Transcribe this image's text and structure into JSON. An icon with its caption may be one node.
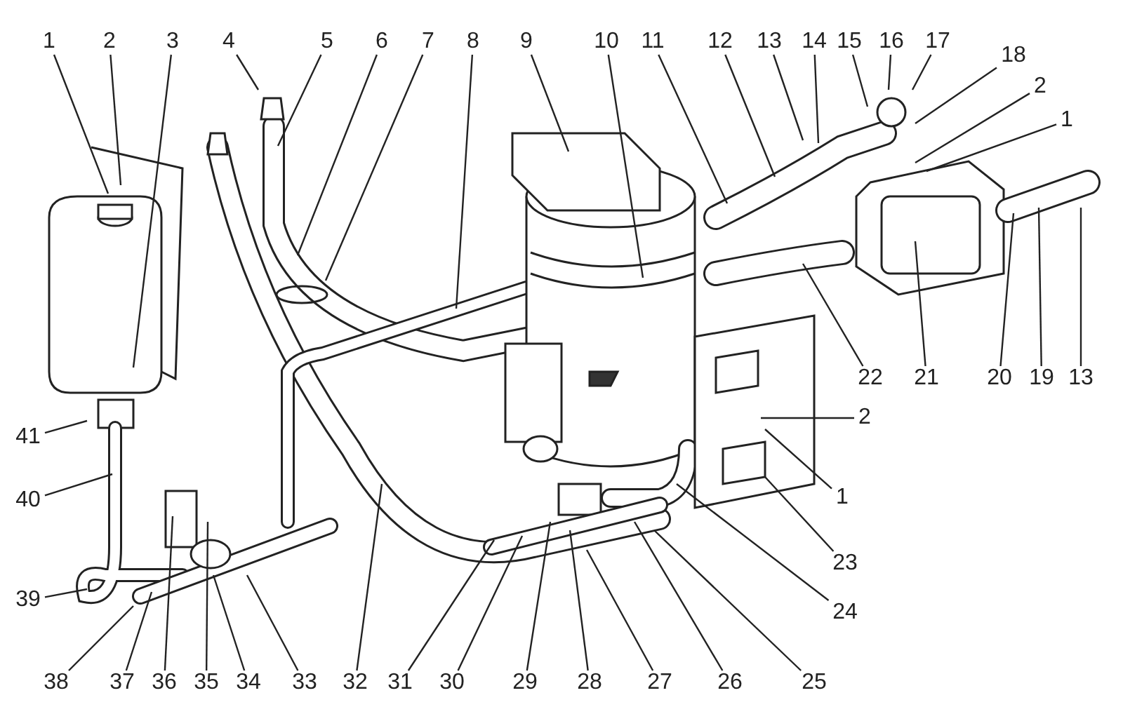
{
  "diagram": {
    "nodes": [
      {
        "text": [
          "1"
        ]
      },
      {
        "text": [
          "2"
        ]
      },
      {
        "text": [
          "3"
        ]
      },
      {
        "text": [
          "4"
        ]
      },
      {
        "text": [
          "5"
        ]
      },
      {
        "text": [
          "6"
        ]
      },
      {
        "text": [
          "7"
        ]
      },
      {
        "text": [
          "8"
        ]
      },
      {
        "text": [
          "9"
        ]
      },
      {
        "text": [
          "10"
        ]
      },
      {
        "text": [
          "11"
        ]
      },
      {
        "text": [
          "12"
        ]
      },
      {
        "text": [
          "13"
        ]
      },
      {
        "text": [
          "14"
        ]
      },
      {
        "text": [
          "15"
        ]
      },
      {
        "text": [
          "16"
        ]
      },
      {
        "text": [
          "17"
        ]
      },
      {
        "text": [
          "18"
        ]
      },
      {
        "text": [
          "2"
        ]
      },
      {
        "text": [
          "1"
        ]
      },
      {
        "text": [
          "22"
        ]
      },
      {
        "text": [
          "21"
        ]
      },
      {
        "text": [
          "20"
        ]
      },
      {
        "text": [
          "19"
        ]
      },
      {
        "text": [
          "13"
        ]
      },
      {
        "text": [
          "2"
        ]
      },
      {
        "text": [
          "1"
        ]
      },
      {
        "text": [
          "23"
        ]
      },
      {
        "text": [
          "24"
        ]
      },
      {
        "text": [
          "25"
        ]
      },
      {
        "text": [
          "26"
        ]
      },
      {
        "text": [
          "27"
        ]
      },
      {
        "text": [
          "28"
        ]
      },
      {
        "text": [
          "29"
        ]
      },
      {
        "text": [
          "30"
        ]
      },
      {
        "text": [
          "31"
        ]
      },
      {
        "text": [
          "32"
        ]
      },
      {
        "text": [
          "33"
        ]
      },
      {
        "text": [
          "34"
        ]
      },
      {
        "text": [
          "35"
        ]
      },
      {
        "text": [
          "36"
        ]
      },
      {
        "text": [
          "37"
        ]
      },
      {
        "text": [
          "38"
        ]
      },
      {
        "text": [
          "39"
        ]
      },
      {
        "text": [
          "40"
        ]
      },
      {
        "text": [
          "41"
        ]
      }
    ],
    "edges": [
      {
        "from": 0,
        "to": null,
        "arrow": "none"
      },
      {
        "from": 1,
        "to": null,
        "arrow": "none"
      },
      {
        "from": 2,
        "to": null,
        "arrow": "none"
      },
      {
        "from": 3,
        "to": null,
        "arrow": "none"
      },
      {
        "from": 4,
        "to": null,
        "arrow": "none"
      },
      {
        "from": 5,
        "to": null,
        "arrow": "none"
      },
      {
        "from": 6,
        "to": null,
        "arrow": "none"
      },
      {
        "from": 7,
        "to": null,
        "arrow": "none"
      },
      {
        "from": 8,
        "to": null,
        "arrow": "none"
      },
      {
        "from": 9,
        "to": null,
        "arrow": "none"
      },
      {
        "from": 10,
        "to": null,
        "arrow": "none"
      },
      {
        "from": 11,
        "to": null,
        "arrow": "none"
      },
      {
        "from": 12,
        "to": null,
        "arrow": "none"
      },
      {
        "from": 13,
        "to": null,
        "arrow": "none"
      },
      {
        "from": 14,
        "to": null,
        "arrow": "none"
      },
      {
        "from": 15,
        "to": null,
        "arrow": "none"
      },
      {
        "from": 16,
        "to": null,
        "arrow": "none"
      },
      {
        "from": 17,
        "to": null,
        "arrow": "none"
      },
      {
        "from": 18,
        "to": null,
        "arrow": "none"
      },
      {
        "from": 19,
        "to": null,
        "arrow": "none"
      },
      {
        "from": 20,
        "to": null,
        "arrow": "none"
      },
      {
        "from": 21,
        "to": null,
        "arrow": "none"
      },
      {
        "from": 22,
        "to": null,
        "arrow": "none"
      },
      {
        "from": 23,
        "to": null,
        "arrow": "none"
      },
      {
        "from": 24,
        "to": null,
        "arrow": "none"
      },
      {
        "from": 25,
        "to": null,
        "arrow": "none"
      },
      {
        "from": 26,
        "to": null,
        "arrow": "none"
      },
      {
        "from": 27,
        "to": null,
        "arrow": "none"
      },
      {
        "from": 28,
        "to": null,
        "arrow": "none"
      },
      {
        "from": 29,
        "to": null,
        "arrow": "none"
      },
      {
        "from": 30,
        "to": null,
        "arrow": "none"
      },
      {
        "from": 31,
        "to": null,
        "arrow": "none"
      },
      {
        "from": 32,
        "to": null,
        "arrow": "none"
      },
      {
        "from": 33,
        "to": null,
        "arrow": "none"
      },
      {
        "from": 34,
        "to": null,
        "arrow": "none"
      },
      {
        "from": 35,
        "to": null,
        "arrow": "none"
      },
      {
        "from": 36,
        "to": null,
        "arrow": "none"
      },
      {
        "from": 37,
        "to": null,
        "arrow": "none"
      },
      {
        "from": 38,
        "to": null,
        "arrow": "none"
      },
      {
        "from": 39,
        "to": null,
        "arrow": "none"
      },
      {
        "from": 40,
        "to": null,
        "arrow": "none"
      },
      {
        "from": 41,
        "to": null,
        "arrow": "none"
      },
      {
        "from": 42,
        "to": null,
        "arrow": "none"
      },
      {
        "from": 43,
        "to": null,
        "arrow": "none"
      },
      {
        "from": 44,
        "to": null,
        "arrow": "none"
      },
      {
        "from": 45,
        "to": null,
        "arrow": "none"
      }
    ]
  }
}
